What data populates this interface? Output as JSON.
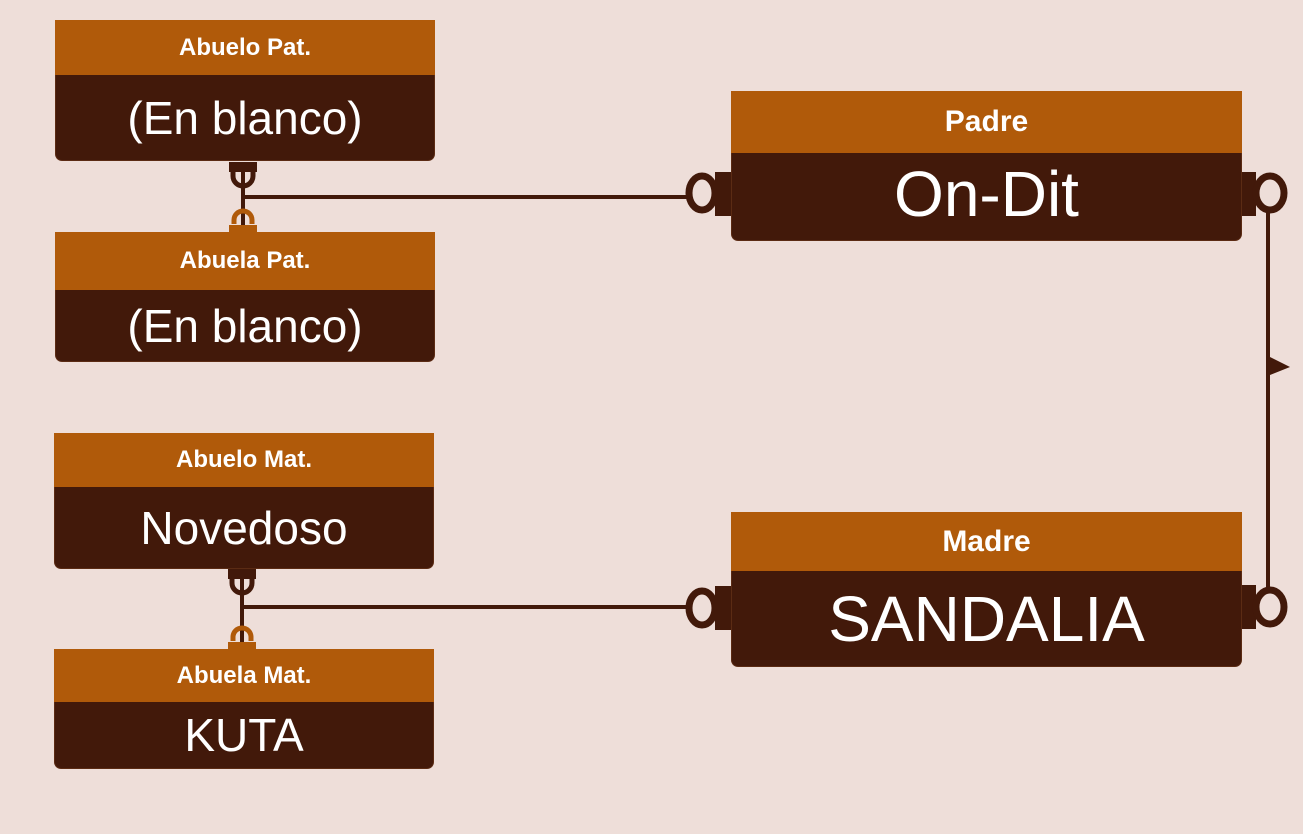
{
  "colors": {
    "background": "#eeded9",
    "header": "#b05a0a",
    "body": "#42190a",
    "connector": "#42190a",
    "connector_accent": "#b05a0a",
    "text": "#ffffff"
  },
  "nodes": {
    "abuelo_pat": {
      "title": "Abuelo Pat.",
      "value": "(En blanco)"
    },
    "abuela_pat": {
      "title": "Abuela Pat.",
      "value": "(En blanco)"
    },
    "abuelo_mat": {
      "title": "Abuelo Mat.",
      "value": "Novedoso"
    },
    "abuela_mat": {
      "title": "Abuela Mat.",
      "value": "KUTA"
    },
    "padre": {
      "title": "Padre",
      "value": "On-Dit"
    },
    "madre": {
      "title": "Madre",
      "value": "SANDALIA"
    }
  }
}
